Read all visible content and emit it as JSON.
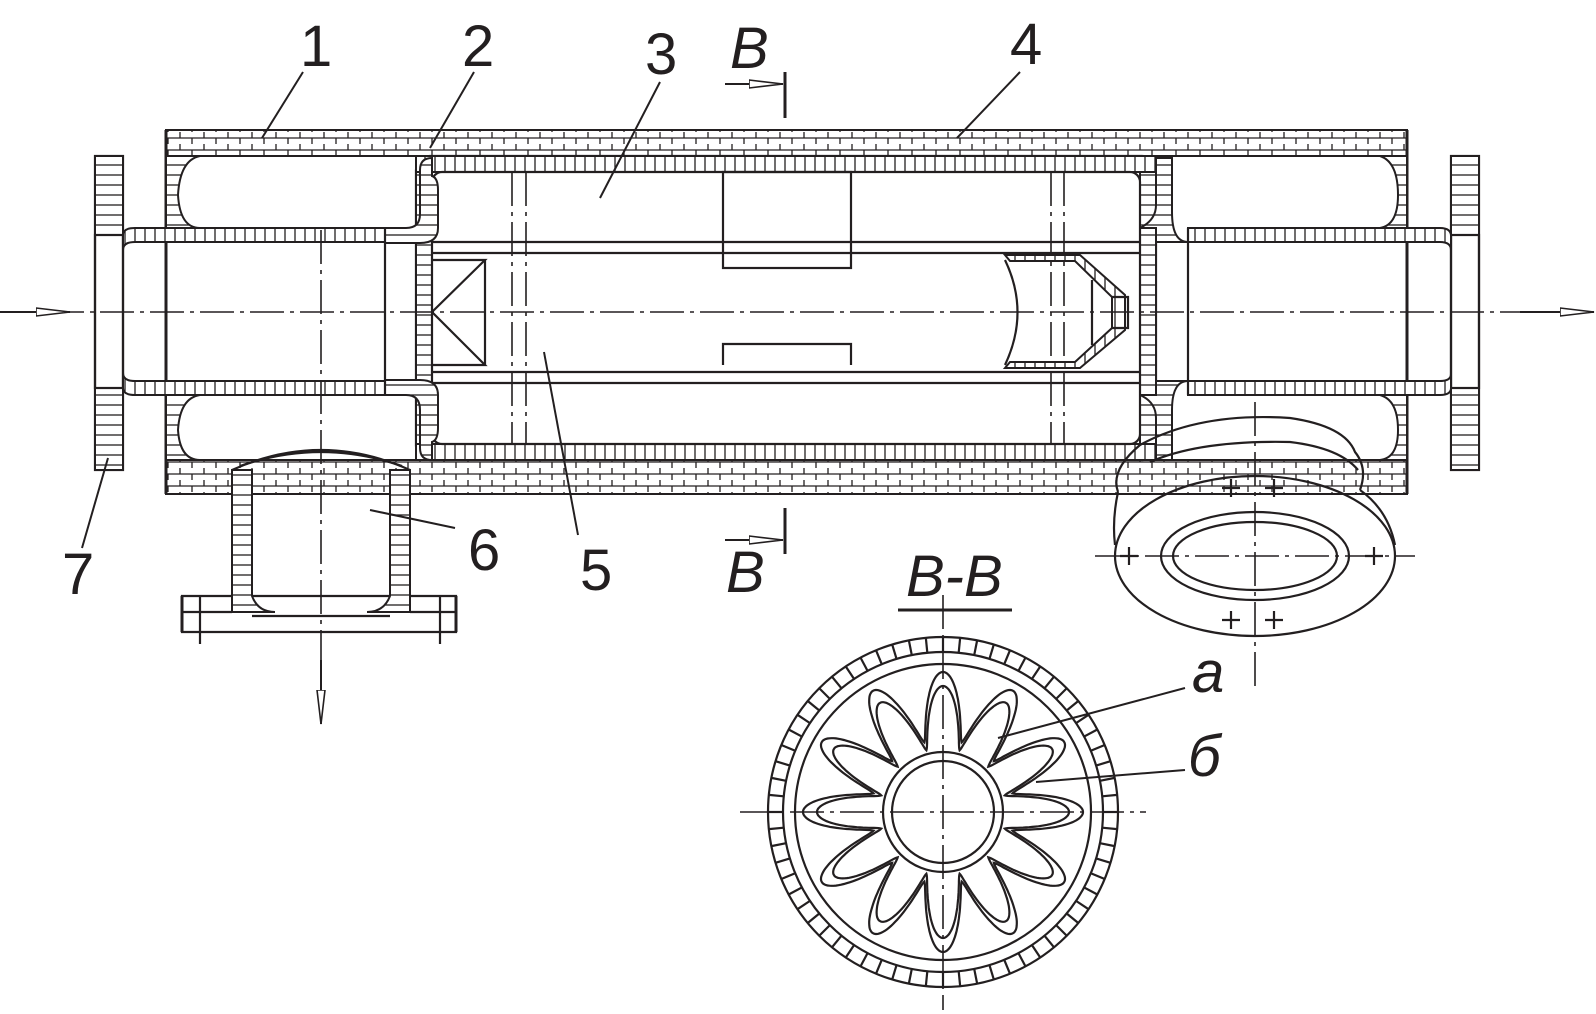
{
  "labels": {
    "n1": "1",
    "n2": "2",
    "n3": "3",
    "n4": "4",
    "n5": "5",
    "n6": "6",
    "n7": "7",
    "section_top": "B",
    "section_bottom": "B",
    "section_title": "B-B",
    "label_a": "a",
    "label_b": "б"
  },
  "colors": {
    "ink": "#231f20",
    "paper": "#ffffff"
  }
}
